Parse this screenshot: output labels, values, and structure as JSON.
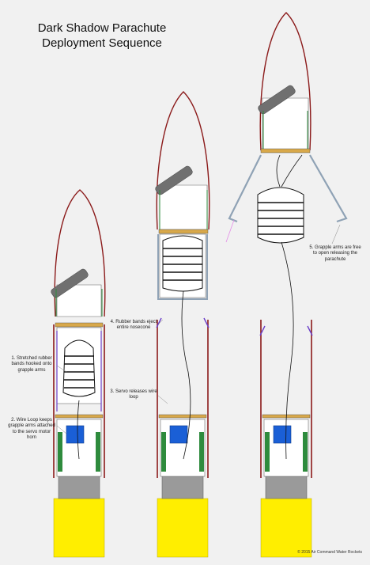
{
  "title": {
    "line1": "Dark Shadow Parachute",
    "line2": "Deployment Sequence"
  },
  "notes": [
    {
      "step": "1",
      "text": "1. Stretched rubber bands hooked onto grapple arms"
    },
    {
      "step": "2",
      "text": "2. Wire Loop keeps grapple arms attached to the servo motor horn"
    },
    {
      "step": "3",
      "text": "3. Servo releases wire loop"
    },
    {
      "step": "4",
      "text": "4. Rubber bands eject entire nosecone"
    },
    {
      "step": "5",
      "text": "5. Grapple arms are free to open releasing the parachute"
    }
  ],
  "copyright": "© 2015 Air Command Water Rockets",
  "colors": {
    "background": "#f1f1f1",
    "nosecone_outline": "#8b1a1a",
    "body_tube": "#8b1a1a",
    "booster": "#ffee00",
    "bottle": "#999999",
    "servo": "#1a5fd6",
    "circuit_board": "#2e8b3d",
    "parachute": "#ffffff",
    "rubber_band": "#6a3fc9",
    "grapple_arm": "#8fa2b5"
  }
}
